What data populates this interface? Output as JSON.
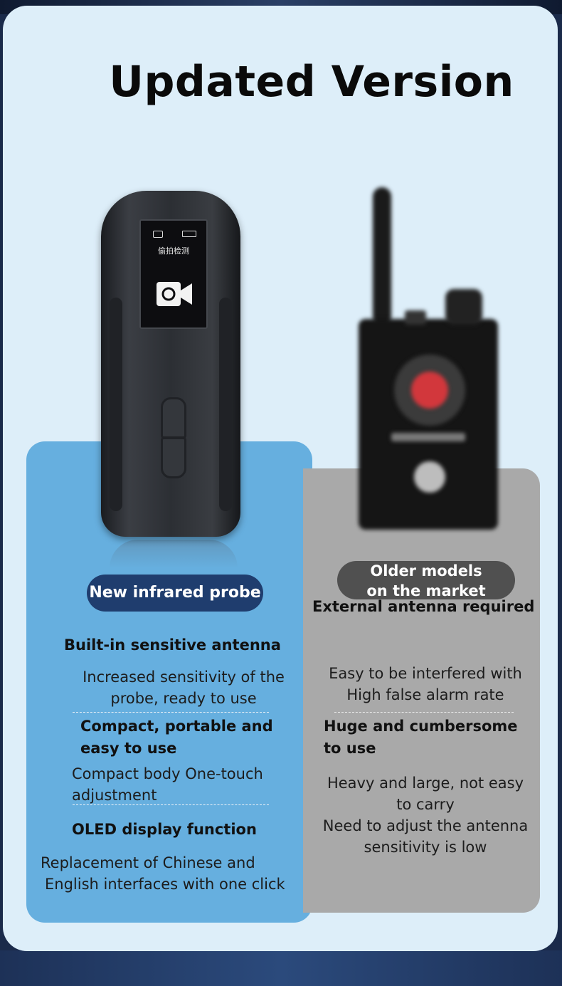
{
  "title": "Updated Version",
  "device_screen_text": "偷拍检测",
  "new": {
    "badge": "New infrared probe",
    "f1_title": "Built-in sensitive antenna",
    "f1_line1": "Increased sensitivity of the",
    "f1_line2": "probe, ready to use",
    "f2_title_line1": "Compact, portable and",
    "f2_title_line2": "easy to use",
    "f2_line1": "Compact body One-touch",
    "f2_line2": "adjustment",
    "f3_title": "OLED display function",
    "f3_line1": "Replacement of Chinese and",
    "f3_line2": "English interfaces with one click"
  },
  "old": {
    "badge_line1": "Older models",
    "badge_line2": "on the market",
    "f1_title": "External antenna required",
    "f1_line1": "Easy to be interfered with",
    "f1_line2": "High false alarm rate",
    "f2_title_line1": "Huge and cumbersome",
    "f2_title_line2": "to use",
    "f2_line1": "Heavy and large, not easy",
    "f2_line2": "to carry",
    "f2_line3": "Need to adjust the antenna",
    "f2_line4": "sensitivity is low"
  },
  "colors": {
    "card_bg": "#ddeef9",
    "new_panel": "#66afdf",
    "old_panel": "#a9a9a9",
    "new_badge": "#1f3d6e",
    "old_badge": "#505050"
  }
}
